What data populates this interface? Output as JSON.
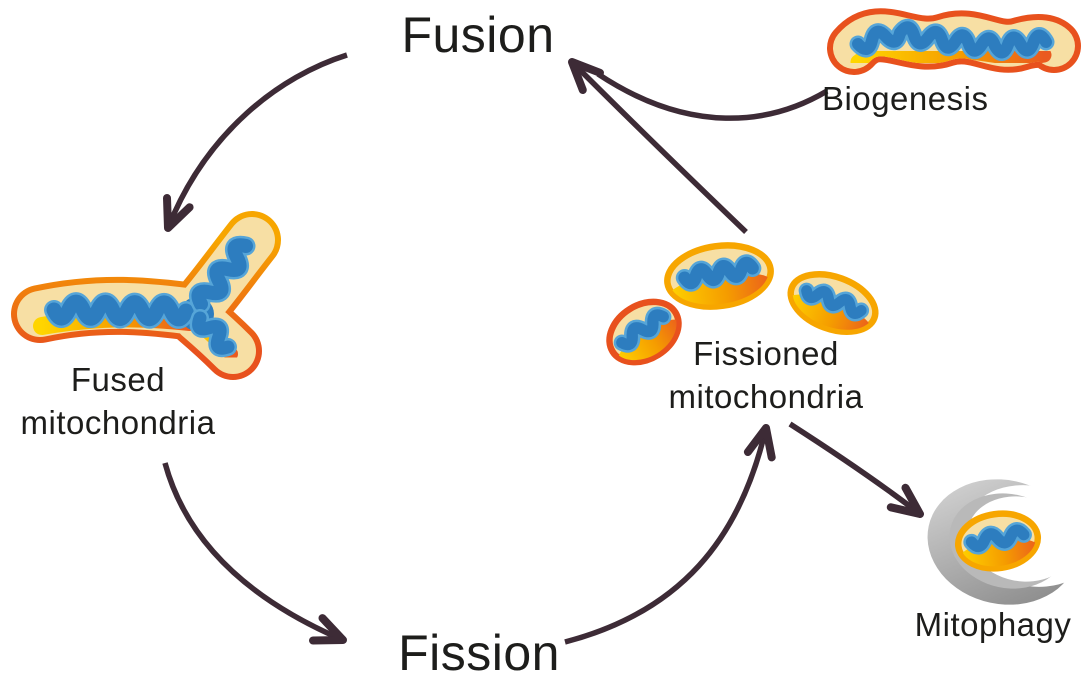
{
  "diagram": {
    "nodes": {
      "fusion": {
        "label": "Fusion"
      },
      "fission": {
        "label": "Fission"
      },
      "biogenesis": {
        "label": "Biogenesis"
      },
      "mitophagy": {
        "label": "Mitophagy"
      },
      "fused": {
        "label_line1": "Fused",
        "label_line2": "mitochondria"
      },
      "fissioned": {
        "label_line1": "Fissioned",
        "label_line2": "mitochondria"
      }
    },
    "icons": [
      "biogenesis-mitochondrion",
      "fused-mitochondria",
      "fissioned-mitochondrion-left",
      "fissioned-mitochondrion-center",
      "fissioned-mitochondrion-right",
      "mitophagy-autophagosome-crescent",
      "mitophagy-mitochondrion"
    ],
    "arrows": [
      {
        "from": "Fusion",
        "to": "Fused mitochondria"
      },
      {
        "from": "Fused mitochondria",
        "to": "Fission"
      },
      {
        "from": "Fission",
        "to": "Fissioned mitochondria"
      },
      {
        "from": "Fissioned mitochondria",
        "to": "Fusion"
      },
      {
        "from": "Biogenesis",
        "to": "Fusion"
      },
      {
        "from": "Fissioned mitochondria",
        "to": "Mitophagy"
      }
    ]
  },
  "colors": {
    "background": "#ffffff",
    "text": "#1d1d1b",
    "arrow": "#3d2b36",
    "mito_border_orange": "#f7a600",
    "mito_border_red": "#e8511d",
    "mito_inner": "#f7dfa4",
    "cristae_dark": "#2d7dbf",
    "cristae_light": "#56a5d8",
    "band_yellow": "#ffd500",
    "band_orange": "#f59c00",
    "band_red": "#ea5a1f",
    "crescent_light": "#dcdcdc",
    "crescent_dark": "#8f8f8f",
    "crescent_line": "#b9b9b9"
  }
}
